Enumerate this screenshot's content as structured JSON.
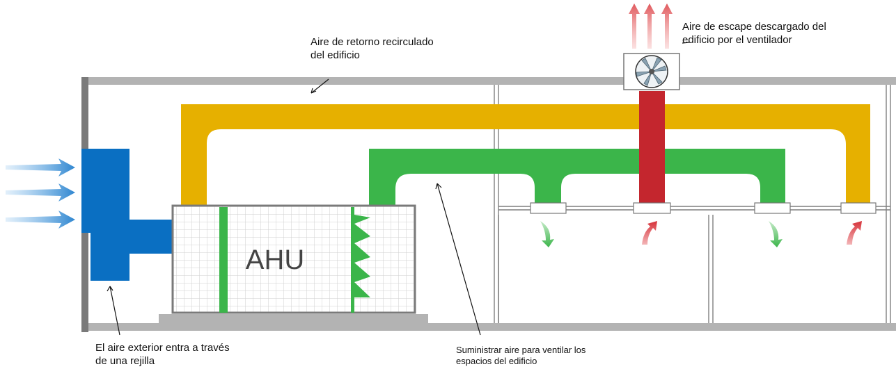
{
  "labels": {
    "return_air": "Aire de retorno recirculado\ndel edificio",
    "exhaust_air": "Aire de escape descargado del\nedificio por el ventilador",
    "outside_air": "El aire exterior entra a través\nde una rejilla",
    "supply_air": "Suministrar aire para ventilar los\nespacios del edificio",
    "ahu": "AHU"
  },
  "colors": {
    "outside_air": "#0a6fc2",
    "return_air": "#e6b000",
    "supply_air": "#3bb54a",
    "exhaust_air": "#c4262e",
    "building_wall": "#b3b3b3",
    "ahu_grid": "#d0d0d0"
  },
  "icons": [
    "intake-arrow-icon",
    "exhaust-arrow-icon",
    "fan-icon",
    "supply-diffuser-arrow-icon",
    "return-grille-arrow-icon"
  ]
}
